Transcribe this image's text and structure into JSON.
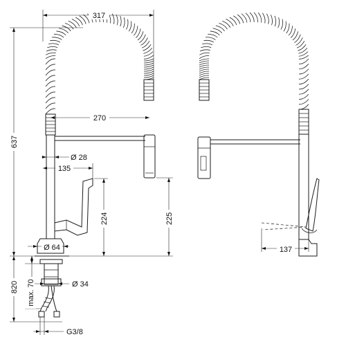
{
  "dimensions": {
    "top_width": "317",
    "spout_reach": "270",
    "spray_diameter": "Ø 28",
    "lever_offset": "135",
    "lever_height": "224",
    "spout_height_right": "225",
    "total_height": "637",
    "base_diameter": "Ø 64",
    "below_counter": "820",
    "max_thickness": "max. 70",
    "shank_diameter": "Ø 34",
    "connection": "G3/8",
    "lever_reach": "137"
  }
}
